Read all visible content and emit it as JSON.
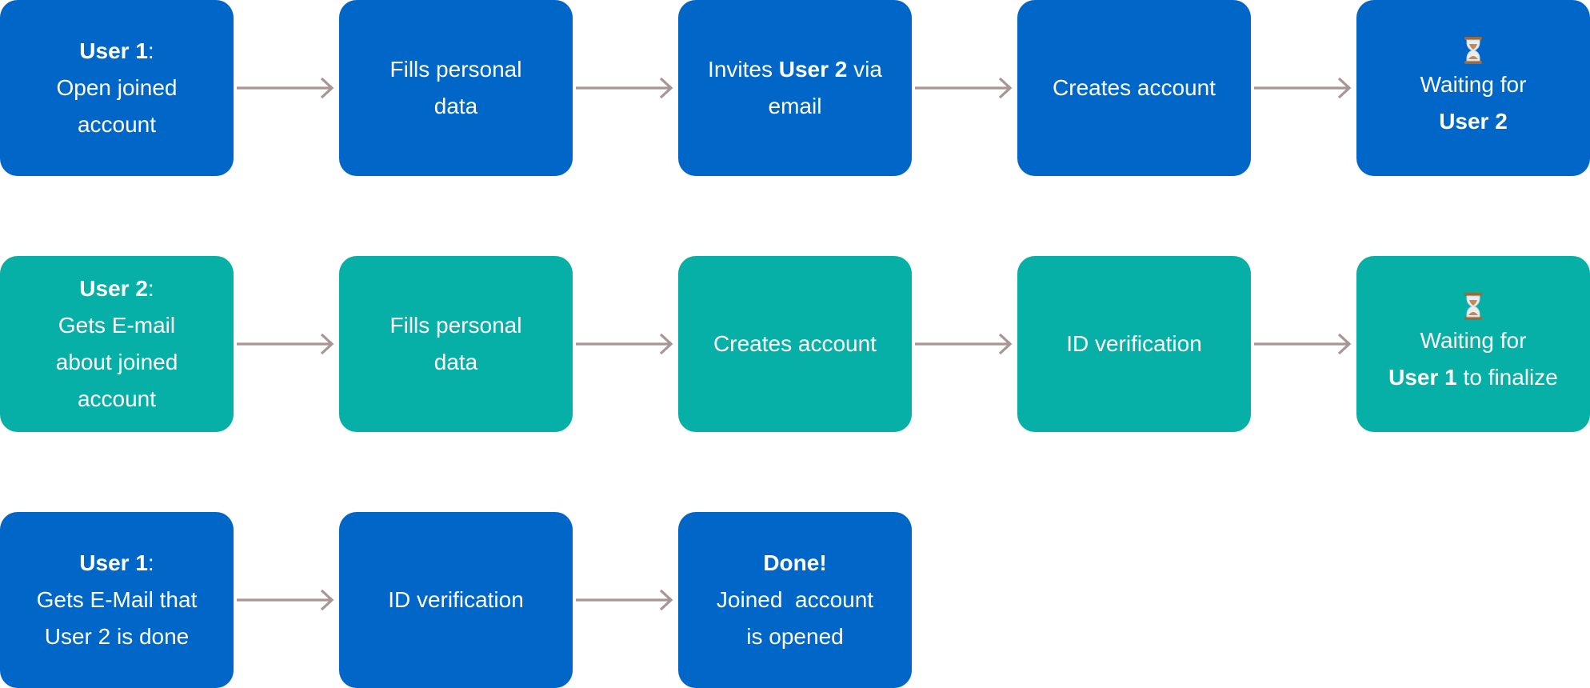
{
  "colors": {
    "blue": "#0066c7",
    "teal": "#07b0a6",
    "arrow": "#a89595",
    "text": "#ffffff"
  },
  "icons": {
    "waiting": "hourglass-icon"
  },
  "row1": {
    "n1": {
      "user": "User 1",
      "colon": ":",
      "l2": "Open joined",
      "l3": "account"
    },
    "n2": {
      "l1": "Fills personal",
      "l2": "data"
    },
    "n3": {
      "pre": "Invites ",
      "user": "User 2",
      "post": " via",
      "l2": "email"
    },
    "n4": {
      "l1": "Creates account"
    },
    "n5": {
      "l1": "Waiting for",
      "user": "User 2"
    }
  },
  "row2": {
    "n1": {
      "user": "User 2",
      "colon": ":",
      "l2": "Gets E-mail",
      "l3": "about joined",
      "l4": "account"
    },
    "n2": {
      "l1": "Fills personal",
      "l2": "data"
    },
    "n3": {
      "l1": "Creates account"
    },
    "n4": {
      "l1": "ID verification"
    },
    "n5": {
      "l1": "Waiting for",
      "user": "User 1",
      "post": " to finalize"
    }
  },
  "row3": {
    "n1": {
      "user": "User 1",
      "colon": ":",
      "l2": "Gets E-Mail that",
      "l3": "User 2 is done"
    },
    "n2": {
      "l1": "ID verification"
    },
    "n3": {
      "l1": "Done!",
      "l2": "Joined  account",
      "l3": "is opened"
    }
  }
}
